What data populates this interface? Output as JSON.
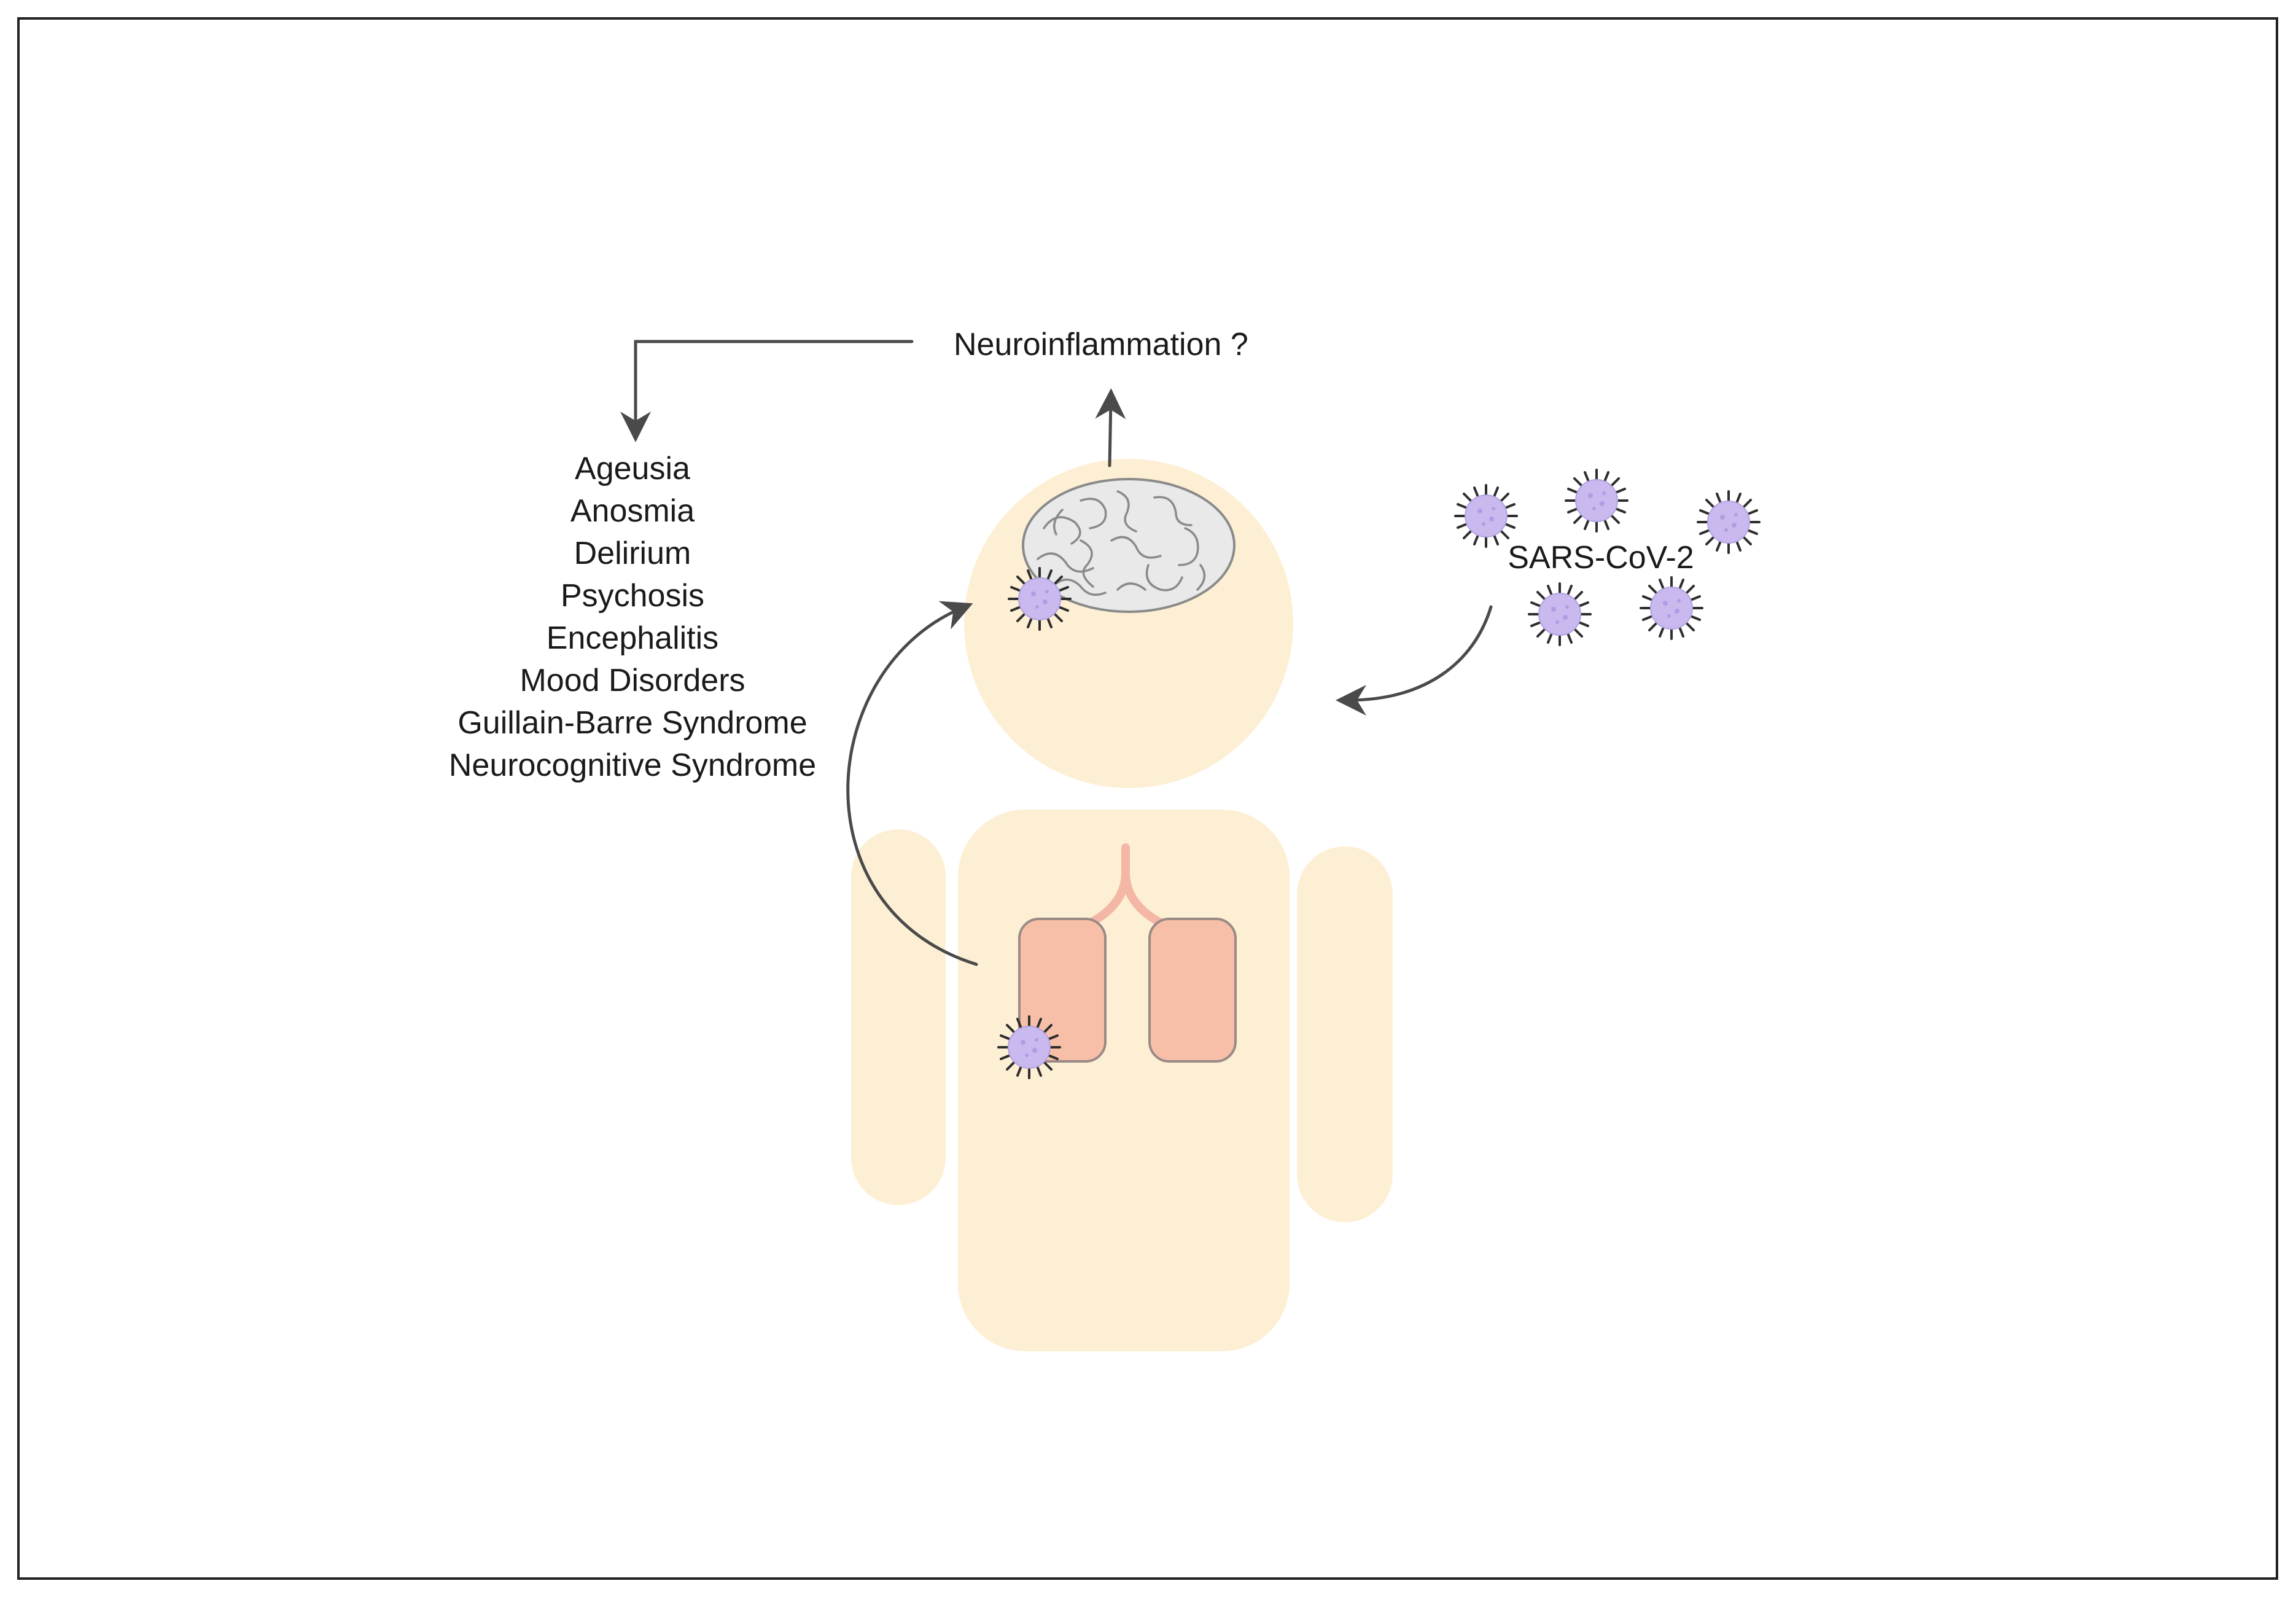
{
  "labels": {
    "neuroinflammation": "Neuroinflammation ?",
    "virus_name": "SARS-CoV-2"
  },
  "symptoms": [
    "Ageusia",
    "Anosmia",
    "Delirium",
    "Psychosis",
    "Encephalitis",
    "Mood Disorders",
    "Guillain-Barre Syndrome",
    "Neurocognitive Syndrome"
  ],
  "icons": {
    "virus": "virus-particle-icon",
    "brain": "brain-icon",
    "lungs": "lungs-icon",
    "body": "human-body-silhouette"
  },
  "colors": {
    "body_fill": "#fdefd4",
    "lung_fill": "#f7bfa7",
    "lung_stroke": "#9a8a86",
    "trachea": "#f4b7a6",
    "brain_fill": "#e9e9e9",
    "brain_stroke": "#8a8a8a",
    "virus_fill": "#c9b9ee",
    "virus_spike": "#2d2d2d",
    "arrow": "#4a4a4a",
    "frame": "#222222"
  }
}
